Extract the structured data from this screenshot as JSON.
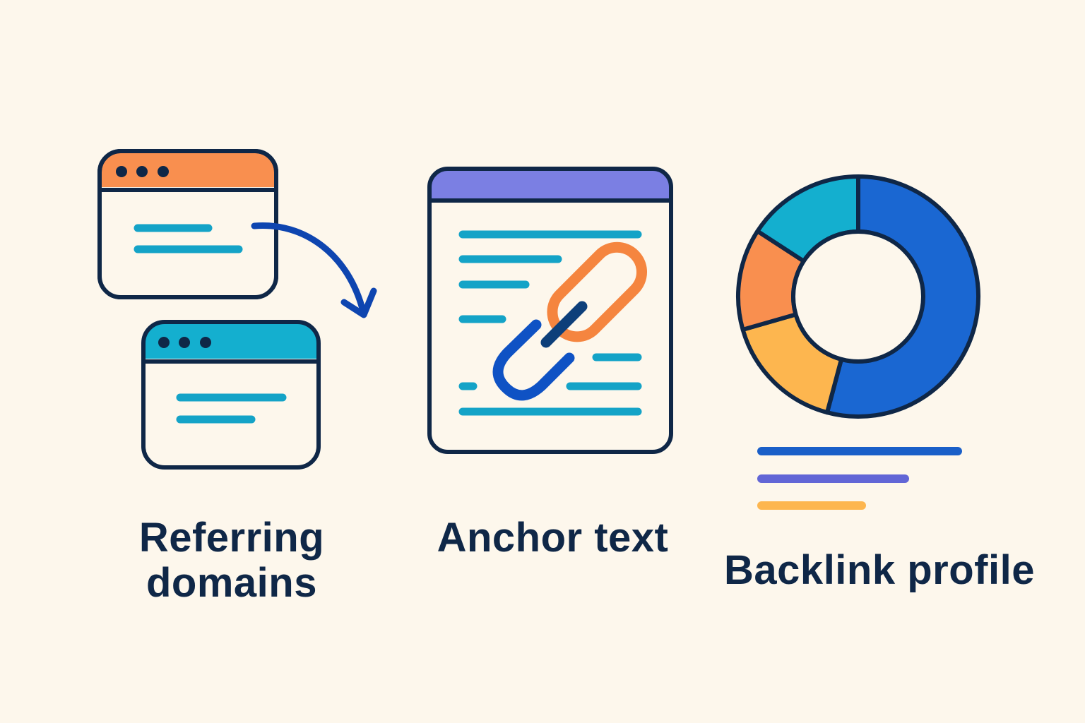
{
  "colors": {
    "background": "#fdf7ec",
    "outline": "#0f2747",
    "orange": "#f98f4f",
    "teal": "#14afcf",
    "purple": "#7b7fe3",
    "blue": "#1a67d2",
    "yellow": "#fdb64f",
    "text_line": "#14a3c7",
    "arrow": "#0e45b0"
  },
  "sections": [
    {
      "id": "referring-domains",
      "label_line1": "Referring",
      "label_line2": "domains",
      "icons": [
        "browser-window-orange",
        "browser-window-teal",
        "curved-arrow"
      ]
    },
    {
      "id": "anchor-text",
      "label": "Anchor text",
      "icons": [
        "document-window-purple",
        "chain-link"
      ]
    },
    {
      "id": "backlink-profile",
      "label": "Backlink profile",
      "icons": [
        "donut-chart",
        "legend-bars"
      ]
    }
  ],
  "chart_data": {
    "type": "pie",
    "title": "Backlink profile",
    "categories": [
      "Blue segment",
      "Yellow segment",
      "Orange segment",
      "Teal segment"
    ],
    "values": [
      54,
      16,
      14,
      16
    ],
    "colors": [
      "#1a67d2",
      "#fdb64f",
      "#f98f4f",
      "#14afcf"
    ],
    "donut": true,
    "legend_bars": [
      {
        "color": "#1a5fc8",
        "relative_length": 1.0
      },
      {
        "color": "#6266d6",
        "relative_length": 0.74
      },
      {
        "color": "#fdb64f",
        "relative_length": 0.53
      }
    ]
  }
}
